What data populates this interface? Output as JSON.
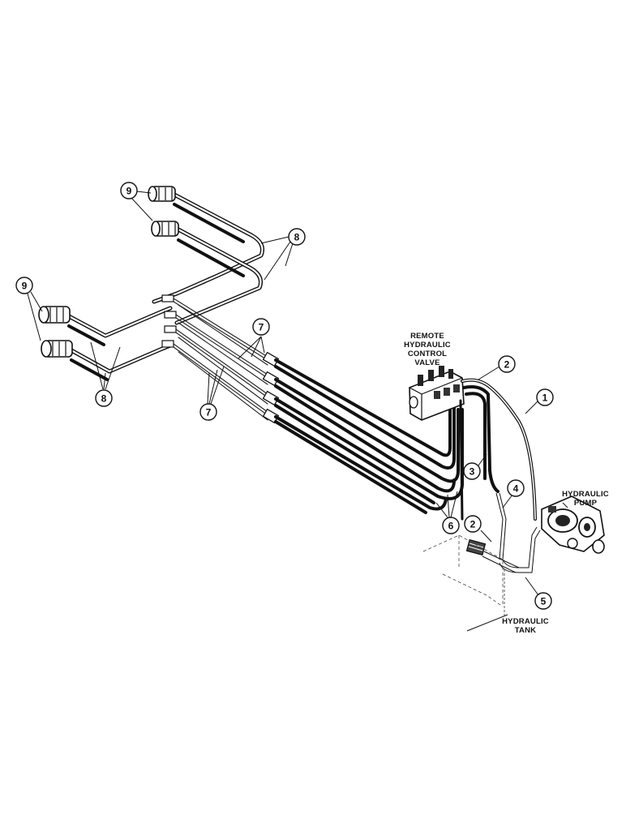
{
  "components": {
    "remote_valve": [
      "REMOTE",
      "HYDRAULIC",
      "CONTROL",
      "VALVE"
    ],
    "pump": [
      "HYDRAULIC",
      "PUMP"
    ],
    "tank": [
      "HYDRAULIC",
      "TANK"
    ]
  },
  "callouts": {
    "c1": "1",
    "c2a": "2",
    "c2b": "2",
    "c3": "3",
    "c4": "4",
    "c5": "5",
    "c6": "6",
    "c7a": "7",
    "c7b": "7",
    "c8a": "8",
    "c8b": "8",
    "c9a": "9",
    "c9b": "9"
  }
}
